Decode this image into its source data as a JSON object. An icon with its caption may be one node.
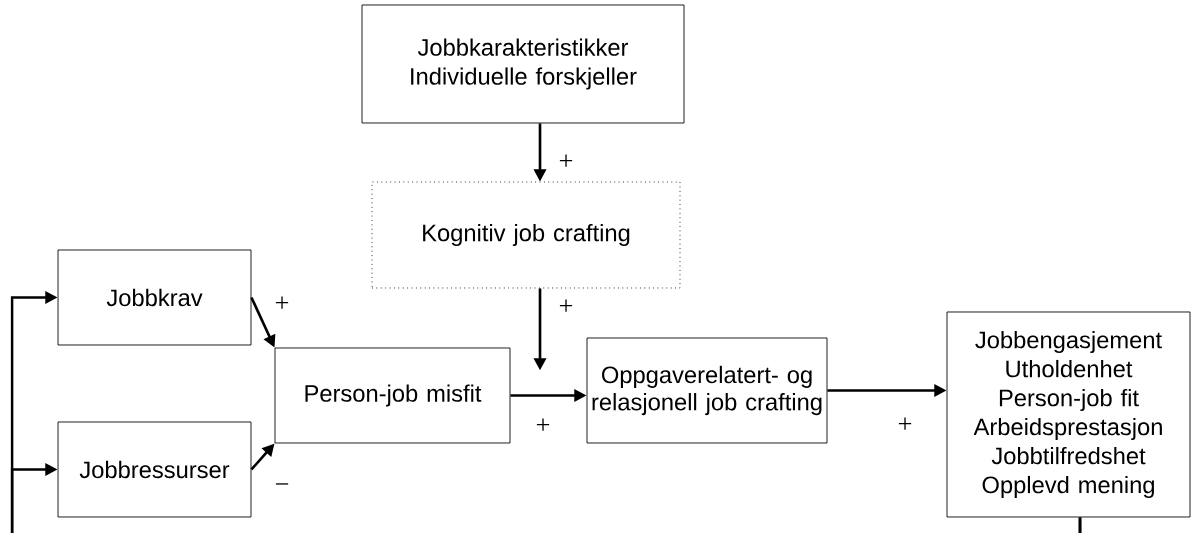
{
  "diagram": {
    "nodes": [
      {
        "text": [
          "Jobbkarakteristikker",
          "Individuelle forskjeller"
        ]
      },
      {
        "text": [
          "Kognitiv job crafting"
        ]
      },
      {
        "text": [
          "Jobbkrav"
        ]
      },
      {
        "text": [
          "Jobbressurser"
        ]
      },
      {
        "text": [
          "Person-job misfit"
        ]
      },
      {
        "text": [
          "Oppgaverelatert- og relasjonell job crafting"
        ]
      },
      {
        "text": [
          "Jobbengasjement",
          "Utholdenhet",
          "Person-job fit",
          "Arbeidsprestasjon",
          "Jobbtilfredshet",
          "Opplevd mening"
        ]
      }
    ],
    "edges": [
      {
        "from": 0,
        "to": 1,
        "arrow": "to",
        "label": "+"
      },
      {
        "from": 1,
        "to": null,
        "arrow": "to",
        "label": "+"
      },
      {
        "from": 2,
        "to": 4,
        "arrow": "to",
        "label": "+"
      },
      {
        "from": 3,
        "to": 4,
        "arrow": "to",
        "label": "−"
      },
      {
        "from": 4,
        "to": 5,
        "arrow": "to",
        "label": "+"
      },
      {
        "from": 5,
        "to": 6,
        "arrow": "to",
        "label": "+"
      },
      {
        "from": 6,
        "to": 2,
        "arrow": "to"
      },
      {
        "from": 6,
        "to": 3,
        "arrow": "to"
      }
    ]
  }
}
